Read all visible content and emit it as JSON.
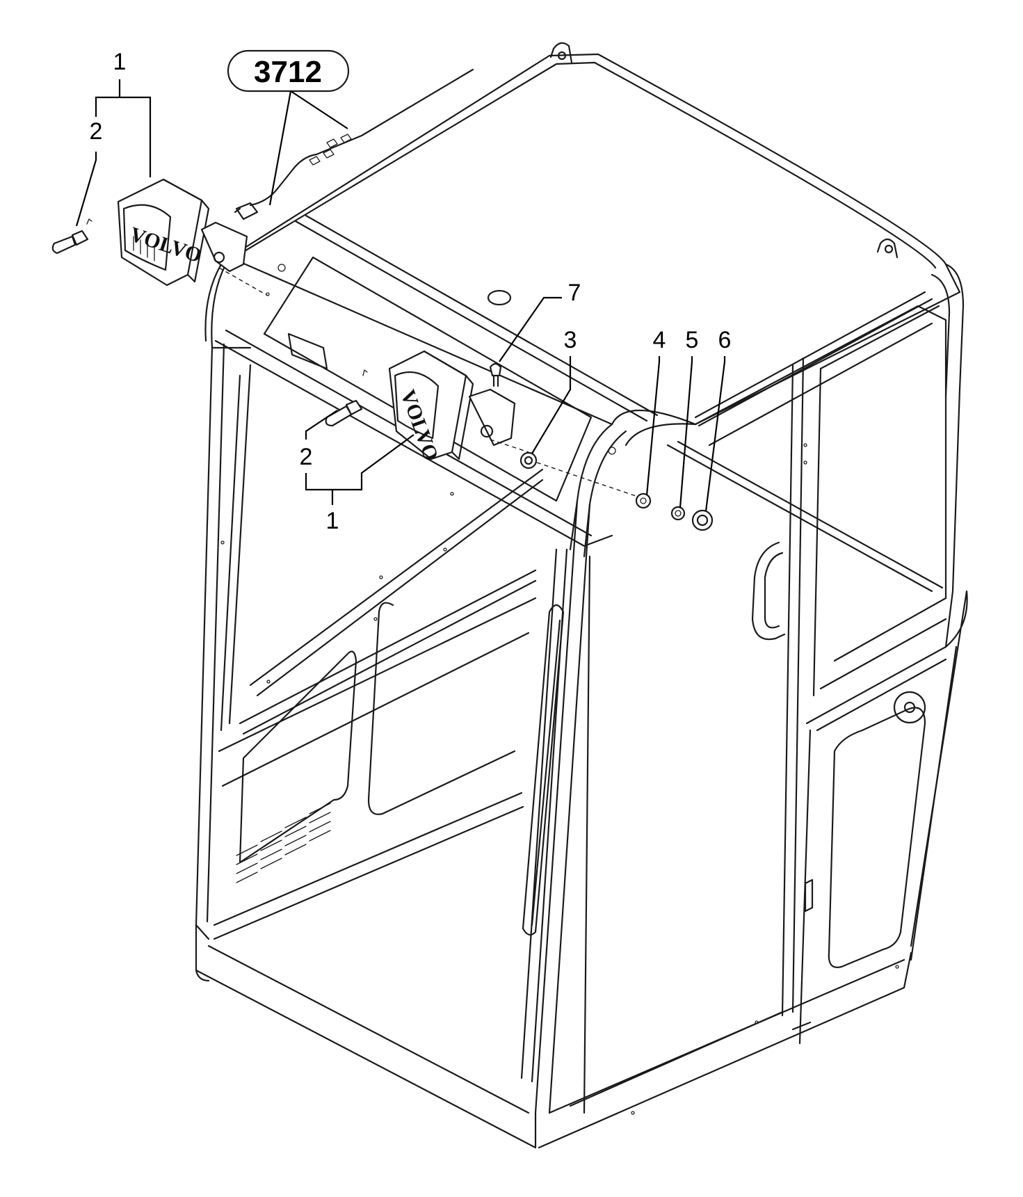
{
  "reference_box": {
    "label": "3712"
  },
  "callouts": [
    {
      "id": "lamp-assembly-top",
      "number": "1"
    },
    {
      "id": "bulb-top",
      "number": "2"
    },
    {
      "id": "lamp-assembly-front",
      "number": "1"
    },
    {
      "id": "bulb-front",
      "number": "2"
    },
    {
      "id": "washer",
      "number": "3"
    },
    {
      "id": "plain-washer",
      "number": "4"
    },
    {
      "id": "lock-washer",
      "number": "5"
    },
    {
      "id": "nut",
      "number": "6"
    },
    {
      "id": "screw",
      "number": "7"
    }
  ],
  "lamp_brand": "VOLVO"
}
